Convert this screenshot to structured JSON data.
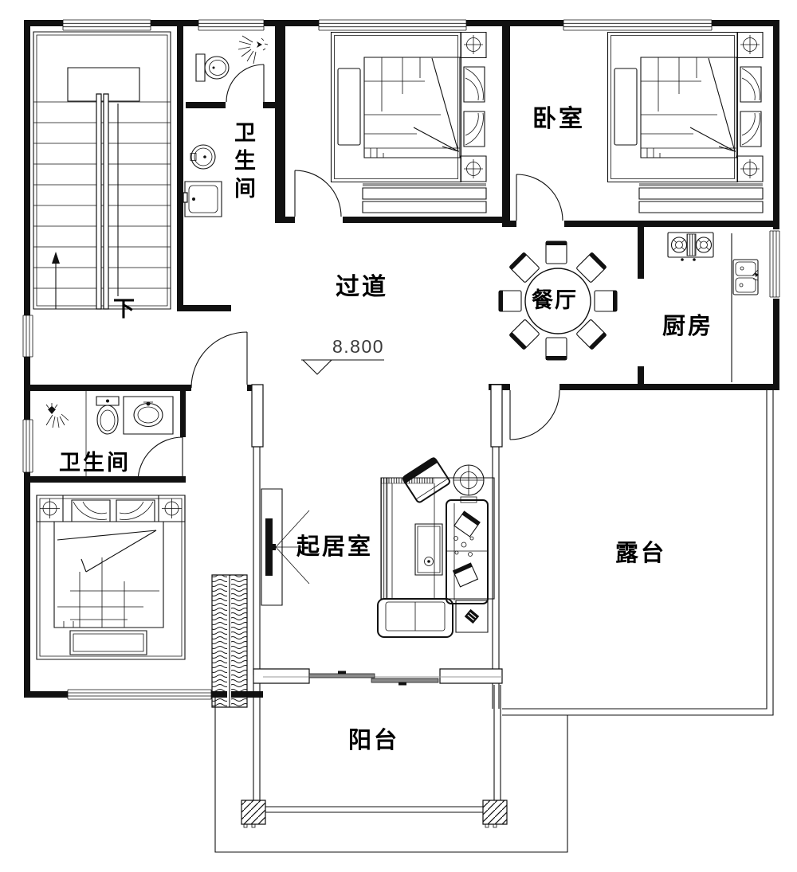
{
  "labels": {
    "bedroom": "卧室",
    "bathroom_top": "卫生间",
    "corridor": "过道",
    "dining": "餐厅",
    "kitchen": "厨房",
    "bathroom_lower": "卫生间",
    "living": "起居室",
    "terrace": "露台",
    "balcony": "阳台",
    "stairs_down": "下",
    "elevation": "8.800"
  },
  "colors": {
    "line": "#111111",
    "background": "#ffffff"
  }
}
